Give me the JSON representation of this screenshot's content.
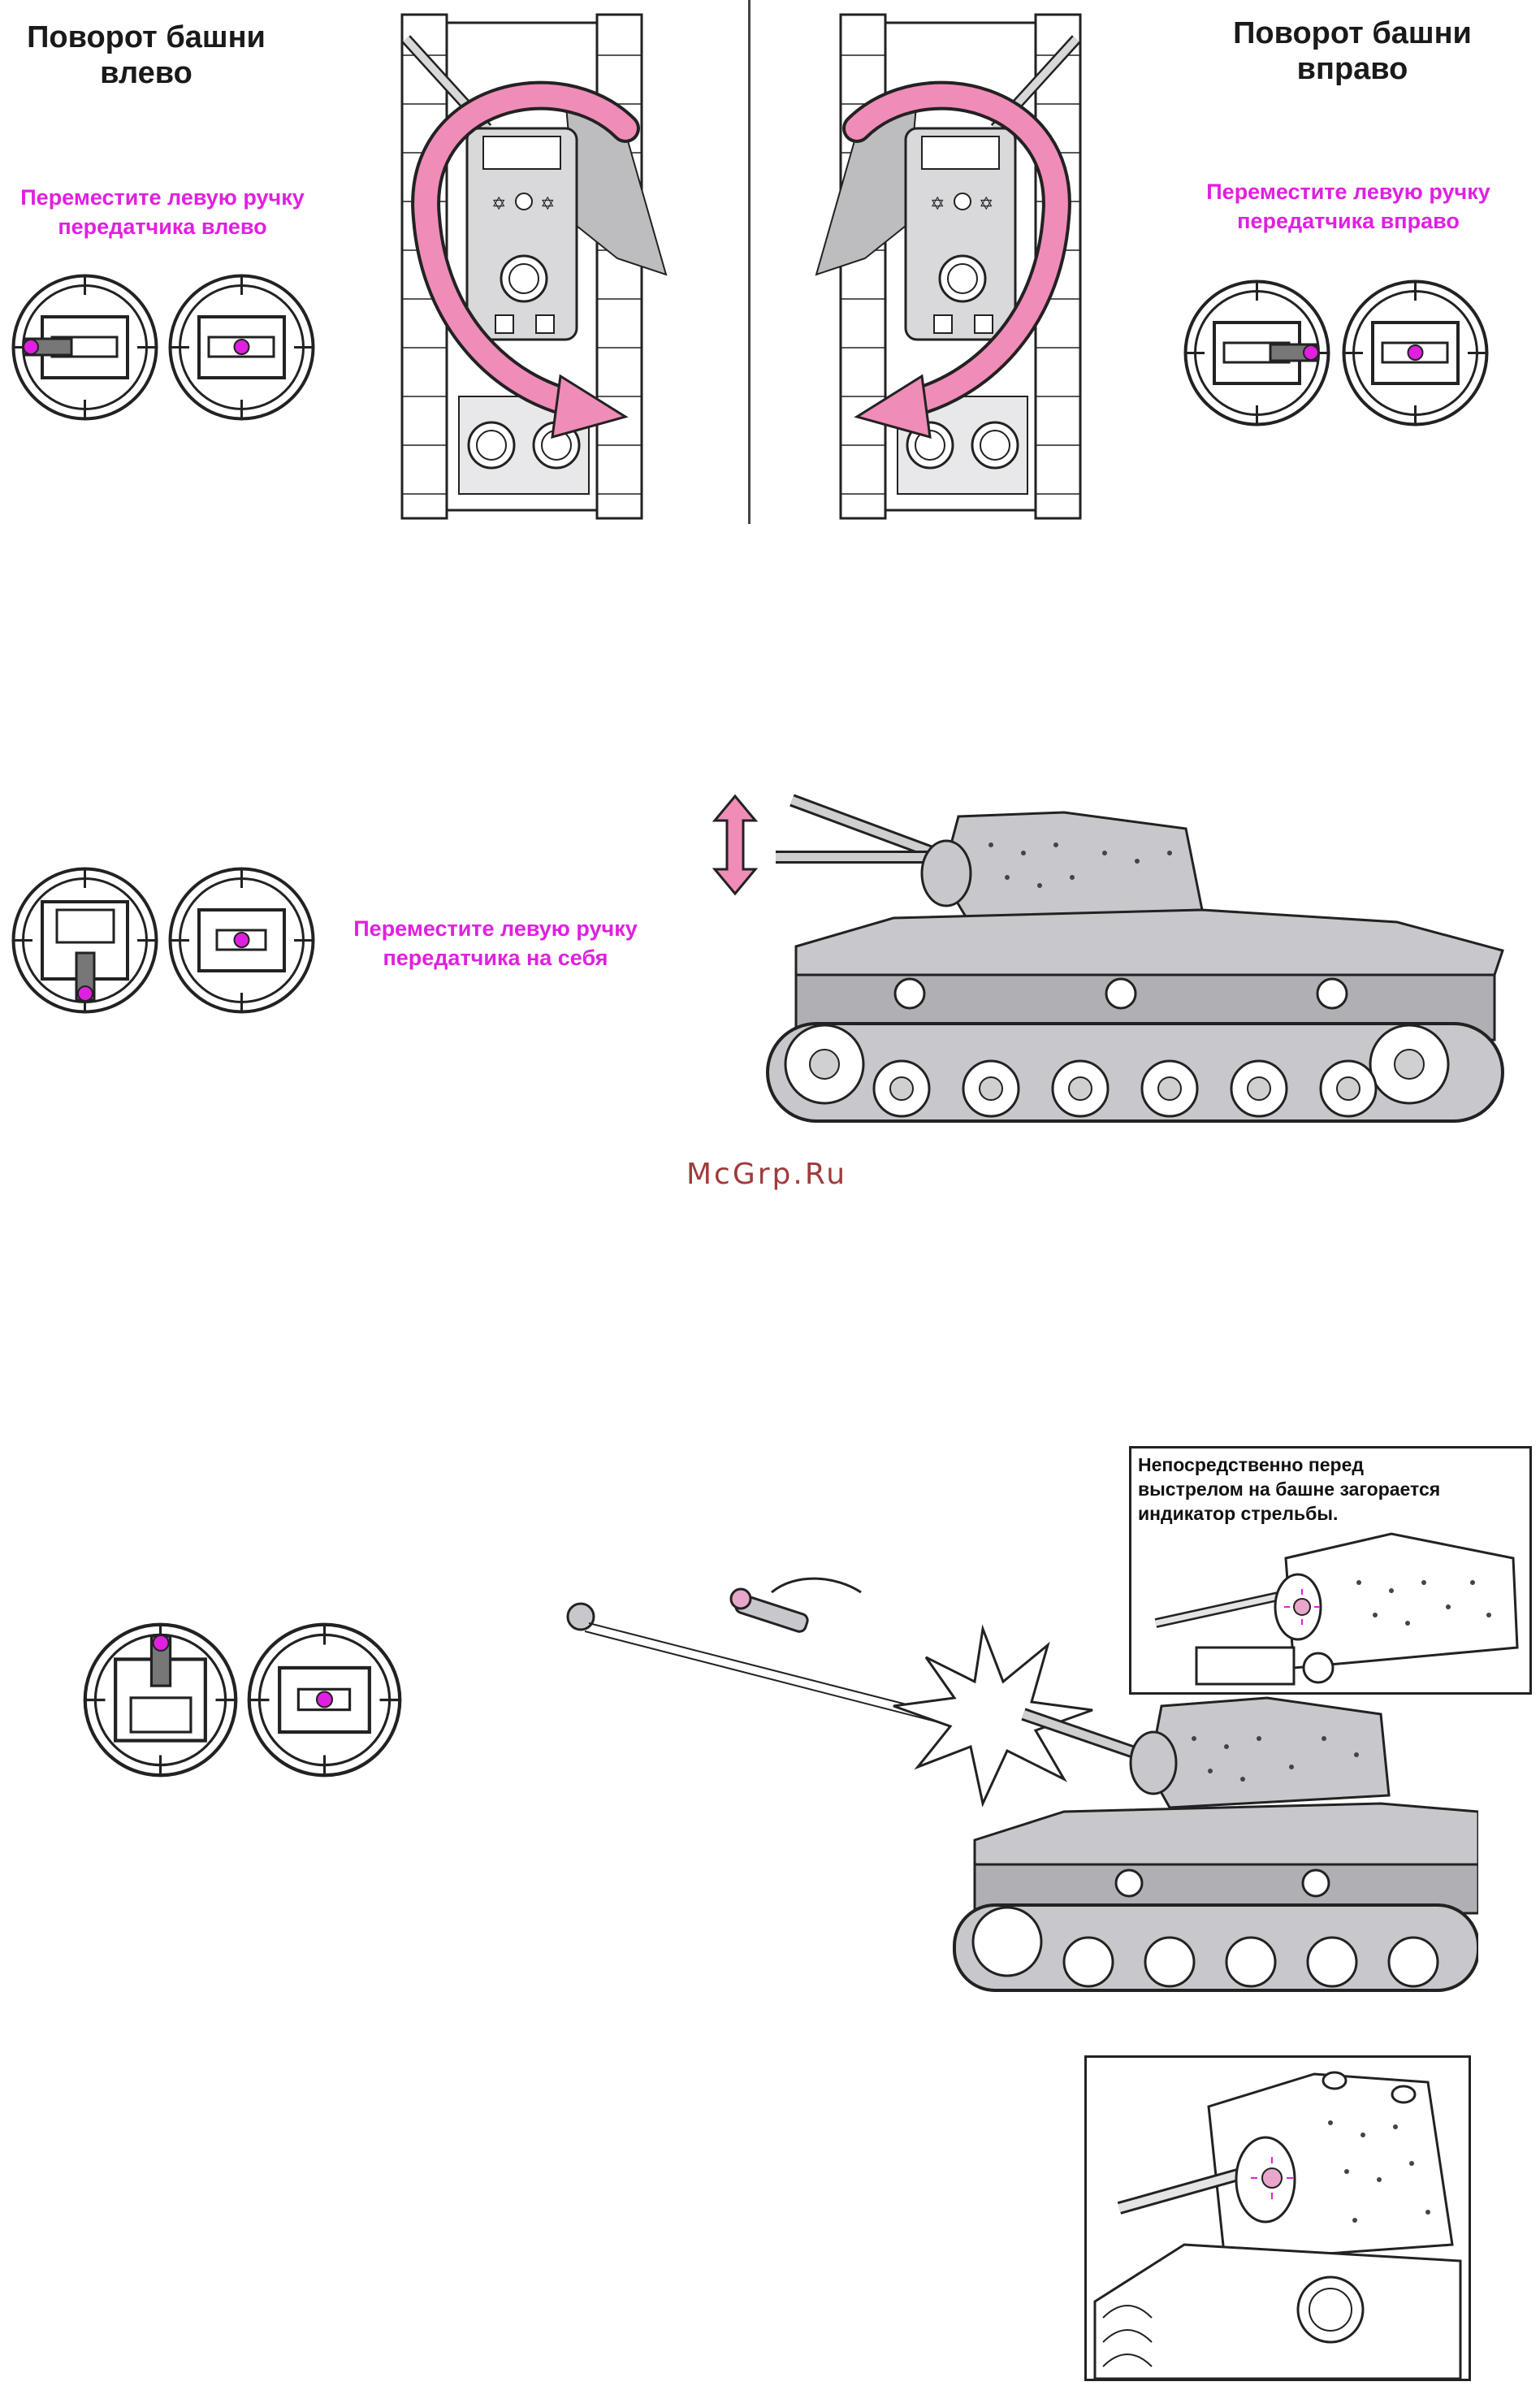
{
  "sections": {
    "turret_left": {
      "title_line1": "Поворот башни",
      "title_line2": "влево",
      "instruction_line1": "Переместите левую ручку",
      "instruction_line2": "передатчика влево"
    },
    "turret_right": {
      "title_line1": "Поворот башни",
      "title_line2": "вправо",
      "instruction_line1": "Переместите левую ручку",
      "instruction_line2": "передатчика вправо"
    },
    "gun_elevation": {
      "instruction_line1": "Переместите левую ручку",
      "instruction_line2": "передатчика на себя"
    },
    "firing": {
      "note_line1": "Непосредственно перед",
      "note_line2": "выстрелом на башне загорается",
      "note_line3": "индикатор стрельбы."
    }
  },
  "watermark": "McGrp.Ru",
  "colors": {
    "accent_pink": "#e020e0",
    "arrow_pink": "#f08cb8",
    "tank_gray": "#c8c8cc",
    "line": "#222222"
  }
}
